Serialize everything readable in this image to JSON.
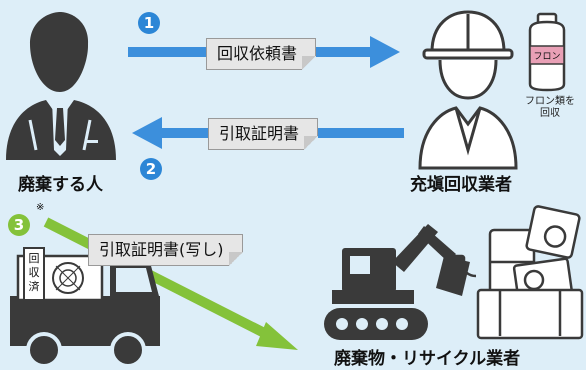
{
  "steps": {
    "step1": "1",
    "step2": "2",
    "step3": "3",
    "note_mark": "※"
  },
  "documents": {
    "request": "回収依頼書",
    "certificate": "引取証明書",
    "certificate_copy": "引取証明書(写し)"
  },
  "roles": {
    "disposer": "廃棄する人",
    "filler": "充塡回収業者",
    "recycler": "廃棄物・リサイクル業者"
  },
  "labels": {
    "freon_tank": "フロン",
    "freon_recovery_note_line1": "フロン類を",
    "freon_recovery_note_line2": "回収",
    "recovered_stamp": "回収済"
  },
  "colors": {
    "background": "#ddeef8",
    "arrow_blue": "#3c8fdc",
    "arrow_green": "#84c23a",
    "figure_dark": "#3a3a3a"
  }
}
